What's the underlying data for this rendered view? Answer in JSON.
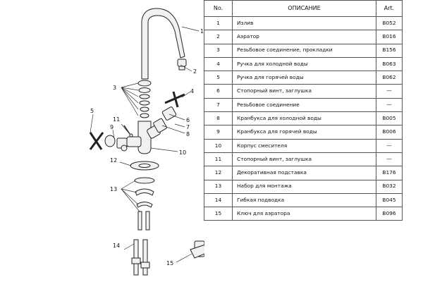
{
  "table": {
    "headers": {
      "num": "No.",
      "desc": "ОПИСАНИЕ",
      "art": "Art."
    },
    "rows": [
      {
        "num": "1",
        "desc": "Излив",
        "art": "B052"
      },
      {
        "num": "2",
        "desc": "Аэратор",
        "art": "B016"
      },
      {
        "num": "3",
        "desc": "Резьбовое соединение, прокладки",
        "art": "B156"
      },
      {
        "num": "4",
        "desc": "Ручка для холодной воды",
        "art": "B063"
      },
      {
        "num": "5",
        "desc": "Ручка для горячей воды",
        "art": "B062"
      },
      {
        "num": "6",
        "desc": "Стопорный винт, заглушка",
        "art": "—"
      },
      {
        "num": "7",
        "desc": "Резьбовое соединение",
        "art": "—"
      },
      {
        "num": "8",
        "desc": "Кранбукса для холодной воды",
        "art": "B005"
      },
      {
        "num": "9",
        "desc": "Кранбукса для горячей воды",
        "art": "B006"
      },
      {
        "num": "10",
        "desc": "Корпус смесителя",
        "art": "—"
      },
      {
        "num": "11",
        "desc": "Стопорный винт, заглушка",
        "art": "—"
      },
      {
        "num": "12",
        "desc": "Декоративная подставка",
        "art": "B176"
      },
      {
        "num": "13",
        "desc": "Набор для монтажа",
        "art": "B032"
      },
      {
        "num": "14",
        "desc": "Гибкая подводка",
        "art": "B045"
      },
      {
        "num": "15",
        "desc": "Ключ для аэратора",
        "art": "B096"
      }
    ]
  },
  "callouts": {
    "c1": "1",
    "c2": "2",
    "c3": "3",
    "c4": "4",
    "c5": "5",
    "c6": "6",
    "c7": "7",
    "c8": "8",
    "c9": "9",
    "c10": "10",
    "c11": "11",
    "c12": "12",
    "c13": "13",
    "c14": "14",
    "c15": "15"
  }
}
